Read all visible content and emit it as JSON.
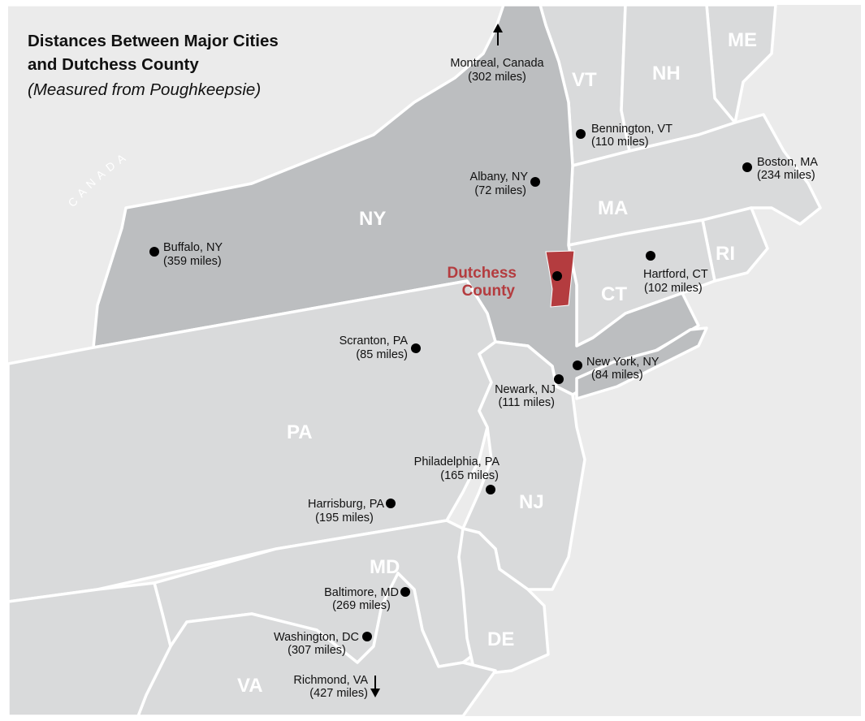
{
  "title_line1": "Distances Between Major Cities",
  "title_line2": "and Dutchess County",
  "subtitle": "(Measured from Poughkeepsie)",
  "canada_label": "CANADA",
  "colors": {
    "ocean": "#ebebeb",
    "canada": "#ebebeb",
    "new_york": "#bcbec0",
    "other_states": "#d9dadb",
    "dutchess": "#b43c3f",
    "state_label": "#ffffff",
    "city_dot": "#000000",
    "county_label": "#b43c3f"
  },
  "states": [
    "NY",
    "VT",
    "NH",
    "ME",
    "MA",
    "CT",
    "RI",
    "PA",
    "NJ",
    "MD",
    "DE",
    "VA"
  ],
  "county": {
    "line1": "Dutchess",
    "line2": "County"
  },
  "cities": [
    {
      "name": "Montreal, Canada",
      "distance": "(302 miles)",
      "marker": "up-arrow-icon"
    },
    {
      "name": "Bennington, VT",
      "distance": "(110 miles)",
      "marker": "dot"
    },
    {
      "name": "Boston, MA",
      "distance": "(234 miles)",
      "marker": "dot"
    },
    {
      "name": "Albany, NY",
      "distance": "(72 miles)",
      "marker": "dot"
    },
    {
      "name": "Buffalo, NY",
      "distance": "(359 miles)",
      "marker": "dot"
    },
    {
      "name": "Hartford, CT",
      "distance": "(102 miles)",
      "marker": "dot"
    },
    {
      "name": "Scranton, PA",
      "distance": "(85 miles)",
      "marker": "dot"
    },
    {
      "name": "New York, NY",
      "distance": "(84 miles)",
      "marker": "dot"
    },
    {
      "name": "Newark, NJ",
      "distance": "(111 miles)",
      "marker": "dot"
    },
    {
      "name": "Philadelphia, PA",
      "distance": "(165 miles)",
      "marker": "dot"
    },
    {
      "name": "Harrisburg, PA",
      "distance": "(195 miles)",
      "marker": "dot"
    },
    {
      "name": "Baltimore, MD",
      "distance": "(269 miles)",
      "marker": "dot"
    },
    {
      "name": "Washington, DC",
      "distance": "(307 miles)",
      "marker": "dot"
    },
    {
      "name": "Richmond, VA",
      "distance": "(427 miles)",
      "marker": "down-arrow-icon"
    }
  ]
}
